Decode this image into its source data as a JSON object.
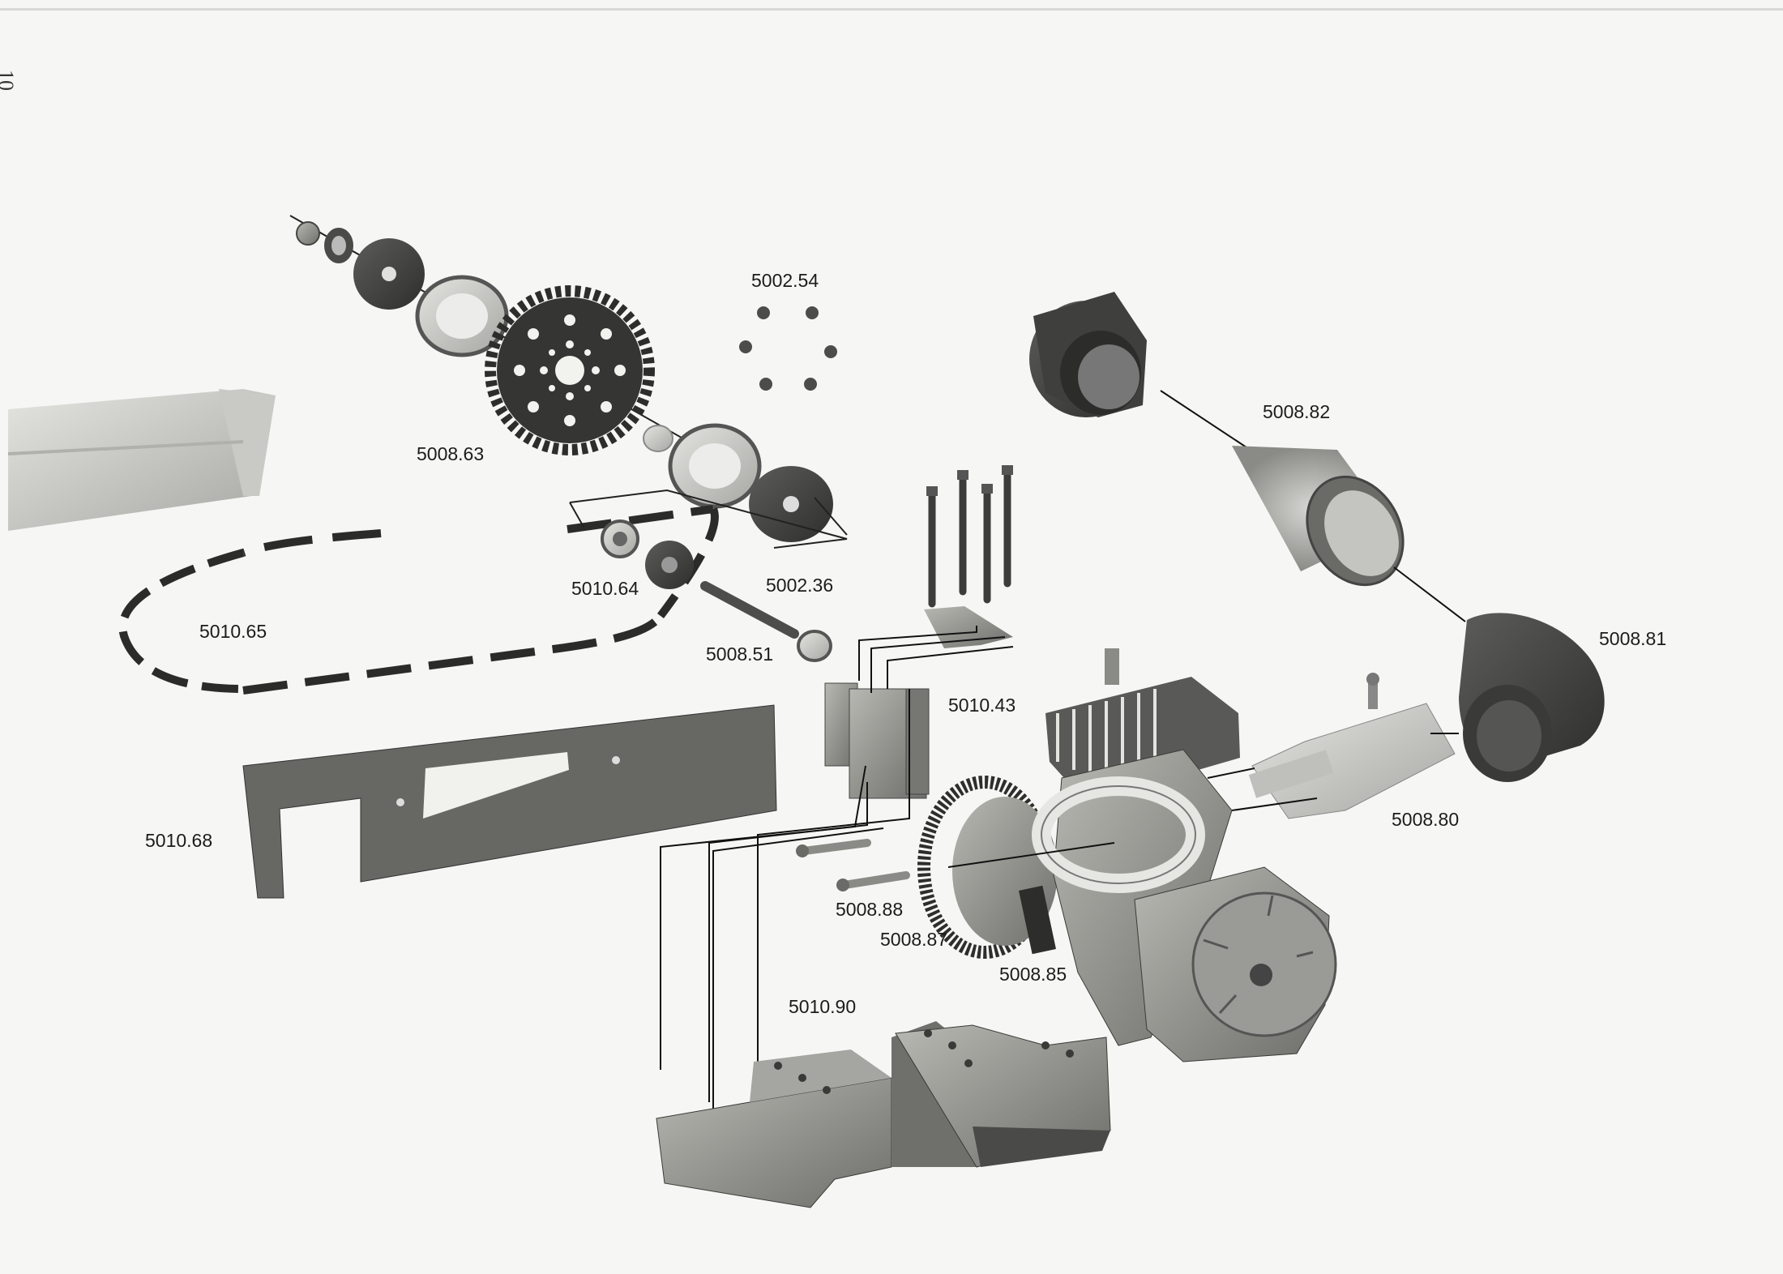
{
  "page": {
    "number": "10"
  },
  "parts": {
    "p500254": "5002.54",
    "p500863": "5008.63",
    "p500882": "5008.82",
    "p501064": "5010.64",
    "p500236": "5002.36",
    "p501065": "5010.65",
    "p500851": "5008.51",
    "p500881": "5008.81",
    "p501043": "5010.43",
    "p500880": "5008.80",
    "p501068": "5010.68",
    "p500888": "5008.88",
    "p500887": "5008.87",
    "p500885": "5008.85",
    "p501090": "5010.90"
  },
  "colors": {
    "paper": "#f6f6f4",
    "metal": "#8f8f8a",
    "dark": "#3e3e3c",
    "rubber": "#565654",
    "ink": "#1c1c1c"
  }
}
